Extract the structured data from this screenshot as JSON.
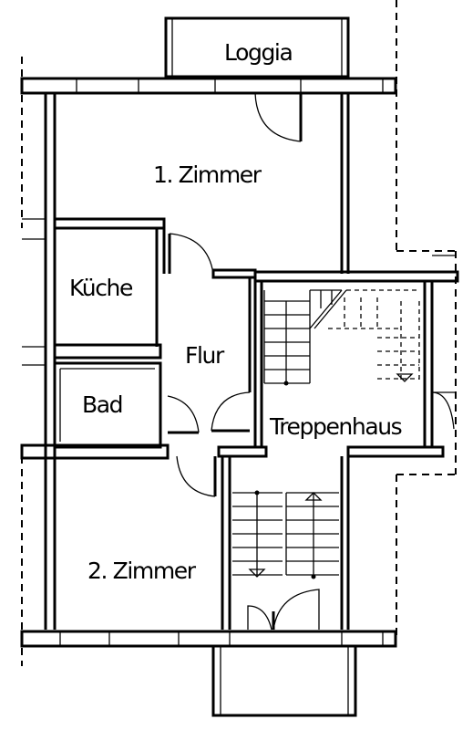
{
  "rooms": {
    "loggia": "Loggia",
    "zimmer1": "1. Zimmer",
    "kueche": "Küche",
    "flur": "Flur",
    "bad": "Bad",
    "treppenhaus": "Treppenhaus",
    "zimmer2": "2. Zimmer"
  }
}
